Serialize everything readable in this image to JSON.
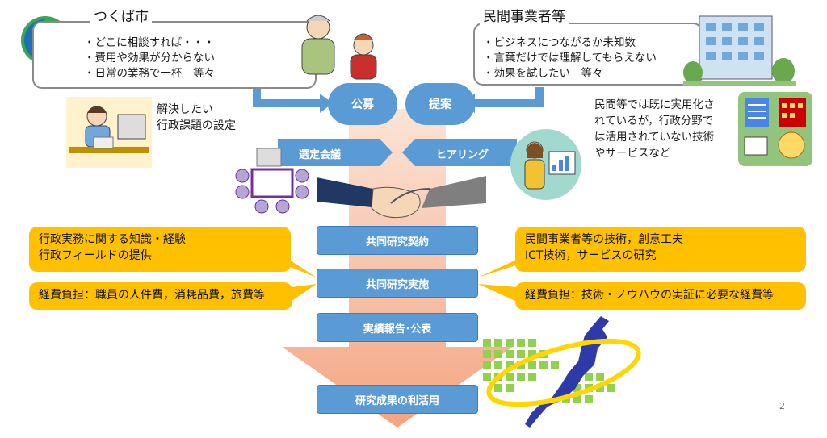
{
  "tsukuba": {
    "title": "つくば市",
    "bullets": [
      "どこに相談すれば・・・",
      "費用や効果が分からない",
      "日常の業務で一杯　等々"
    ],
    "issue_label": [
      "解決したい",
      "行政課題の設定"
    ]
  },
  "private": {
    "title": "民間事業者等",
    "bullets": [
      "ビジネスにつながるか未知数",
      "言葉だけでは理解してもらえない",
      "効果を試したい　等々"
    ],
    "tech_note": [
      "民間等では既に実用化さ",
      "れているが，行政分野で",
      "は活用されていない技術",
      "やサービスなど"
    ]
  },
  "steps": {
    "recruit": "公募",
    "propose": "提案",
    "selection": "選定会議",
    "hearing": "ヒアリング",
    "contract": "共同研究契約",
    "implementation": "共同研究実施",
    "report": "実績報告･公表",
    "utilization": "研究成果の利活用"
  },
  "left_boxes": {
    "knowledge": [
      "行政実務に関する知識・経験",
      "行政フィールドの提供"
    ],
    "cost": "経費負担：職員の人件費，消耗品費，旅費等"
  },
  "right_boxes": {
    "technology": [
      "民間事業者等の技術，創意工夫",
      "ICT技術，サービスの研究"
    ],
    "cost": "経費負担：技術・ノウハウの実証に必要な経費等"
  },
  "page_number": "2",
  "colors": {
    "flow_blue": "#5b9bd5",
    "callout_orange": "#ffc000",
    "big_arrow": "#f4b183",
    "logo_green": "#3aa655",
    "logo_blue": "#1f6fb5"
  }
}
